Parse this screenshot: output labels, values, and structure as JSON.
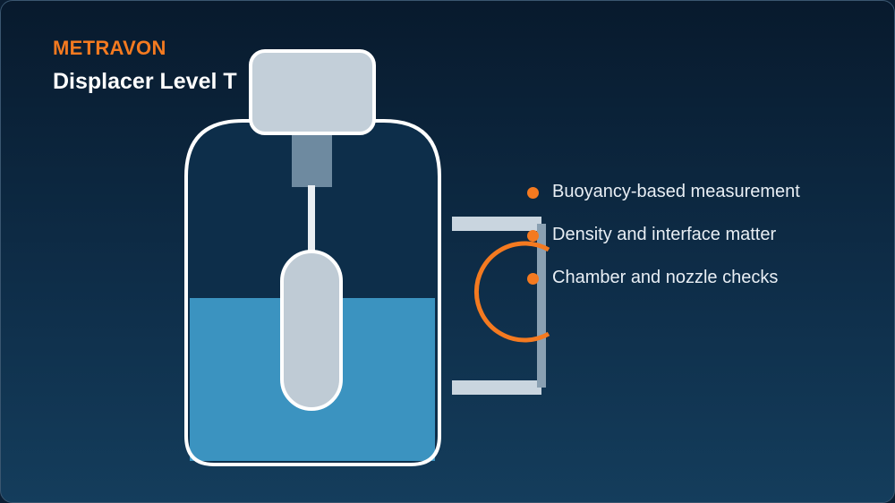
{
  "brand": "METRAVON",
  "title": "Displacer Level T",
  "bullets": [
    "Buoyancy-based measurement",
    "Density and interface matter",
    "Chamber and nozzle checks"
  ],
  "colors": {
    "accent": "#f47a20",
    "liquid": "#3b93c0",
    "vessel_fill": "#0d2e4a",
    "outline": "#ffffff",
    "displacer": "#bfcbd5",
    "coupling": "#6e8aa0"
  }
}
